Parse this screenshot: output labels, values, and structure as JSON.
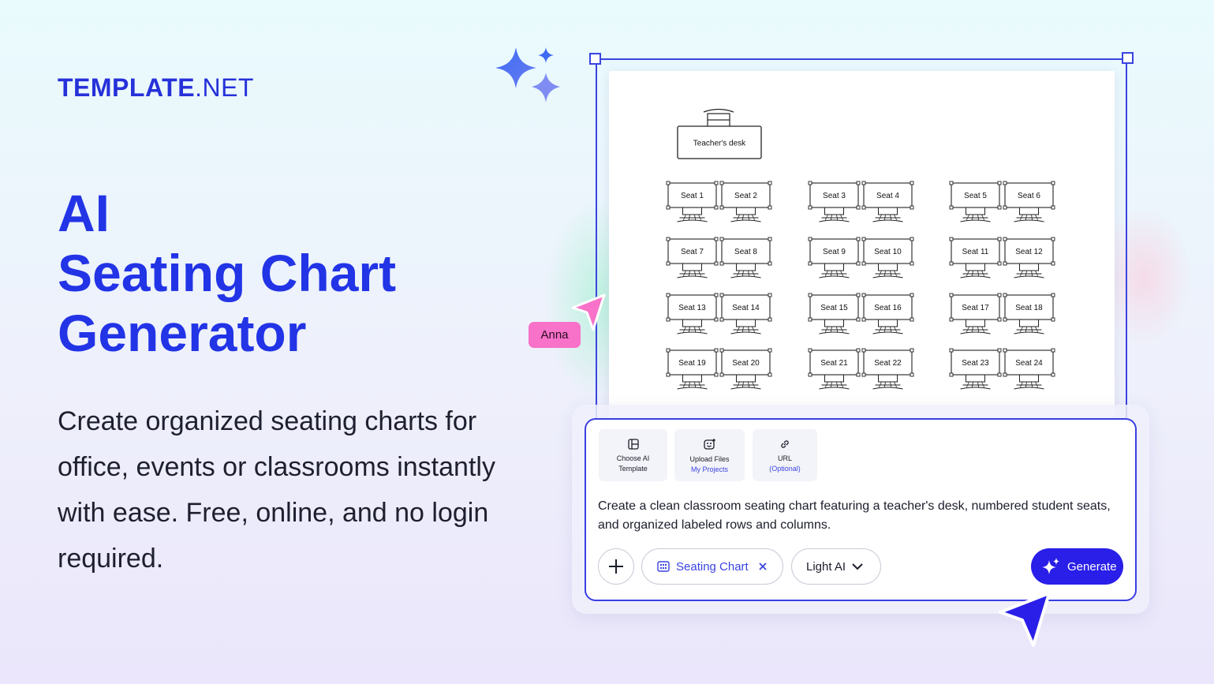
{
  "brand": {
    "bold": "TEMPLATE",
    "light": ".NET"
  },
  "hero": {
    "title_line1": "AI",
    "title_line2": "Seating Chart",
    "title_line3": "Generator",
    "description": "Create organized seating charts for office, events or classrooms instantly with ease. Free, online, and no login required."
  },
  "preview": {
    "teacher_desk_label": "Teacher's desk",
    "seats": [
      "Seat 1",
      "Seat 2",
      "Seat 3",
      "Seat 4",
      "Seat 5",
      "Seat 6",
      "Seat 7",
      "Seat 8",
      "Seat 9",
      "Seat 10",
      "Seat 11",
      "Seat 12",
      "Seat 13",
      "Seat 14",
      "Seat 15",
      "Seat 16",
      "Seat 17",
      "Seat 18",
      "Seat 19",
      "Seat 20",
      "Seat 21",
      "Seat 22",
      "Seat 23",
      "Seat 24"
    ]
  },
  "collaborator": {
    "name": "Anna"
  },
  "tools": [
    {
      "label": "Choose AI",
      "sub": "Template",
      "icon": "template-icon"
    },
    {
      "label": "Upload Files",
      "sub": "My Projects",
      "icon": "upload-image-icon"
    },
    {
      "label": "URL",
      "sub": "(Optional)",
      "icon": "link-icon"
    }
  ],
  "prompt": {
    "text": "Create a clean classroom seating chart featuring a teacher's desk, numbered student seats, and organized labeled rows and columns."
  },
  "controls": {
    "chip_label": "Seating Chart",
    "model_label": "Light AI",
    "generate_label": "Generate"
  },
  "colors": {
    "brand_blue": "#2234e6",
    "frame_blue": "#3a44e0",
    "generate_bg": "#2a1fe8",
    "anna_tag": "#f772c8"
  }
}
